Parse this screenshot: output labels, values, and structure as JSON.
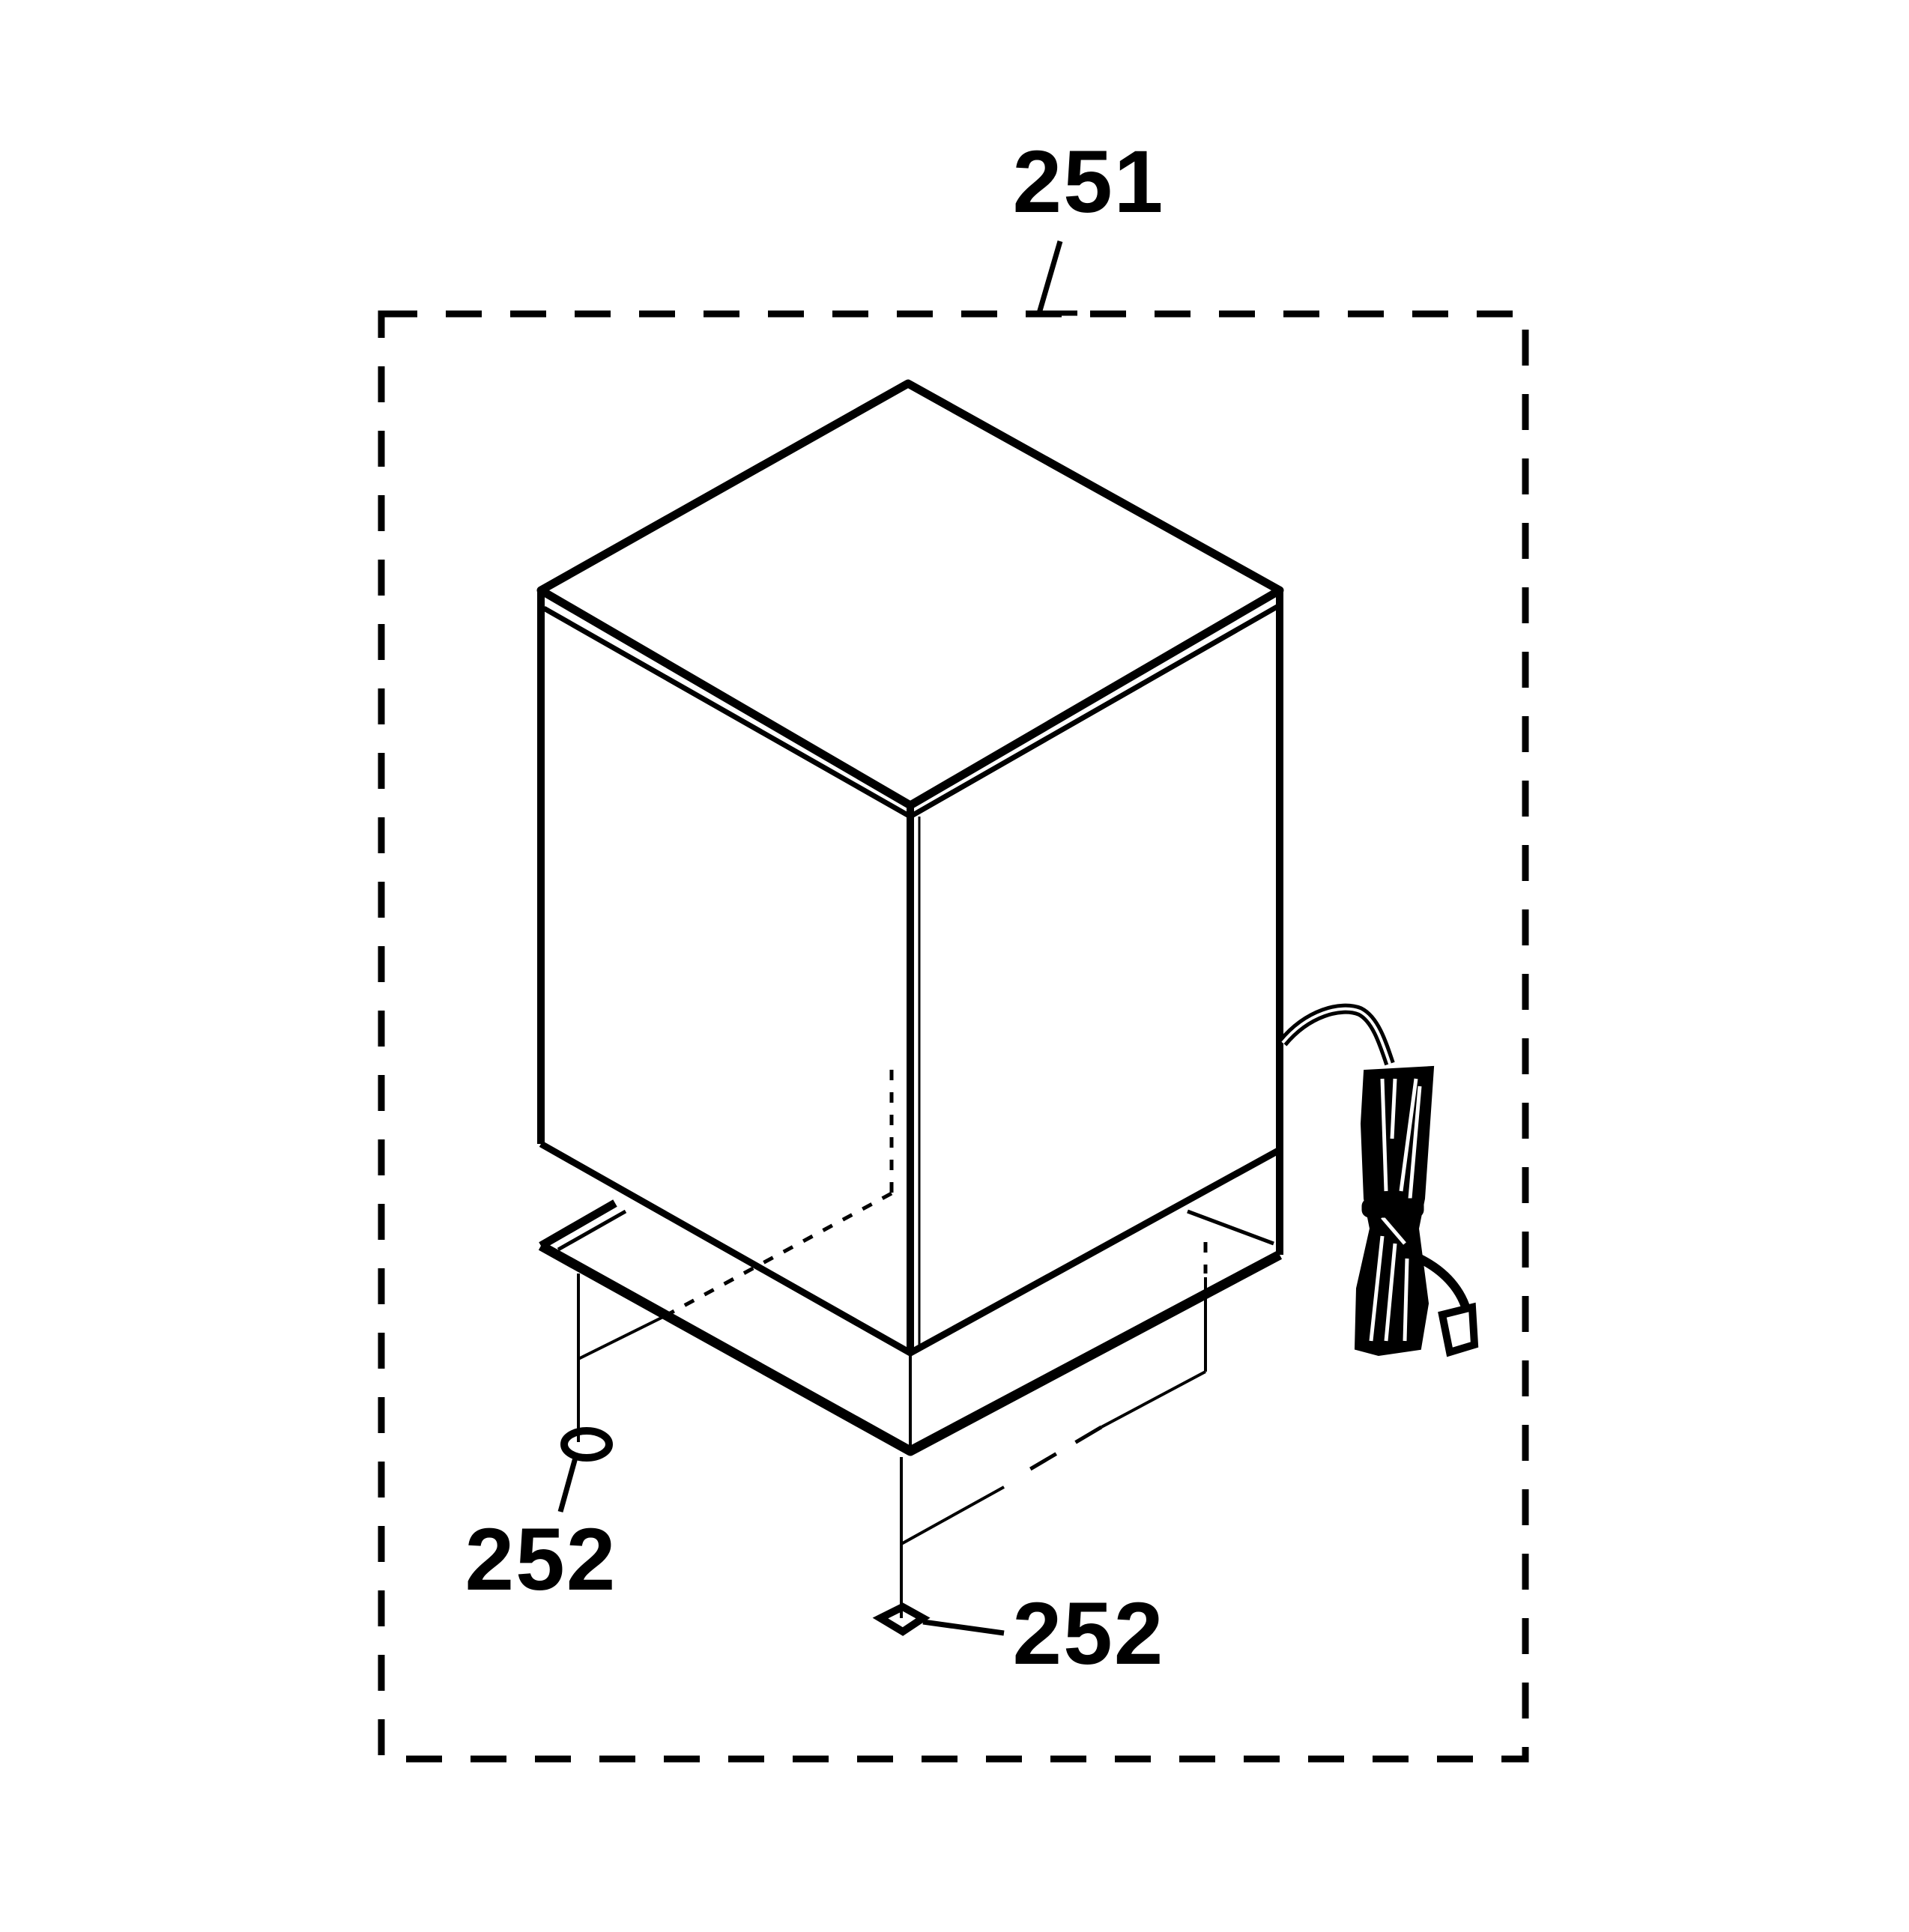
{
  "figure": {
    "type": "patent-style line drawing",
    "subject": "box-shaped unit on tray base with power cord and feet",
    "colors": {
      "ink": "#000000",
      "background": "#ffffff"
    }
  },
  "labels": {
    "assembly": "251",
    "foot_left": "252",
    "foot_right": "252"
  },
  "components": [
    {
      "ref": "251",
      "description": "assembly enclosed in dashed boundary"
    },
    {
      "ref": "252",
      "description": "foot / pad (left)"
    },
    {
      "ref": "252",
      "description": "foot / pad (front)"
    }
  ]
}
